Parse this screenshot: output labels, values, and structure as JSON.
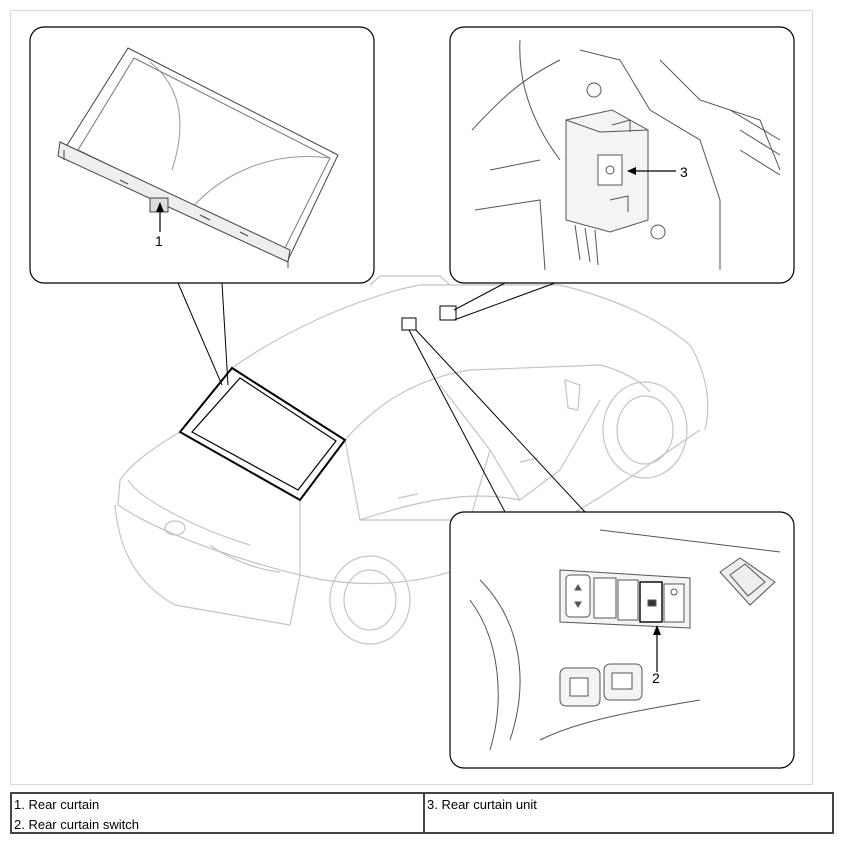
{
  "callouts": {
    "c1": "1",
    "c2": "2",
    "c3": "3"
  },
  "legend": {
    "left": [
      "1. Rear curtain",
      "2. Rear curtain switch"
    ],
    "right": [
      "3. Rear curtain unit"
    ]
  },
  "colors": {
    "line": "#000000",
    "sketch": "#c8c8c8",
    "frame": "#d8d8d8"
  }
}
